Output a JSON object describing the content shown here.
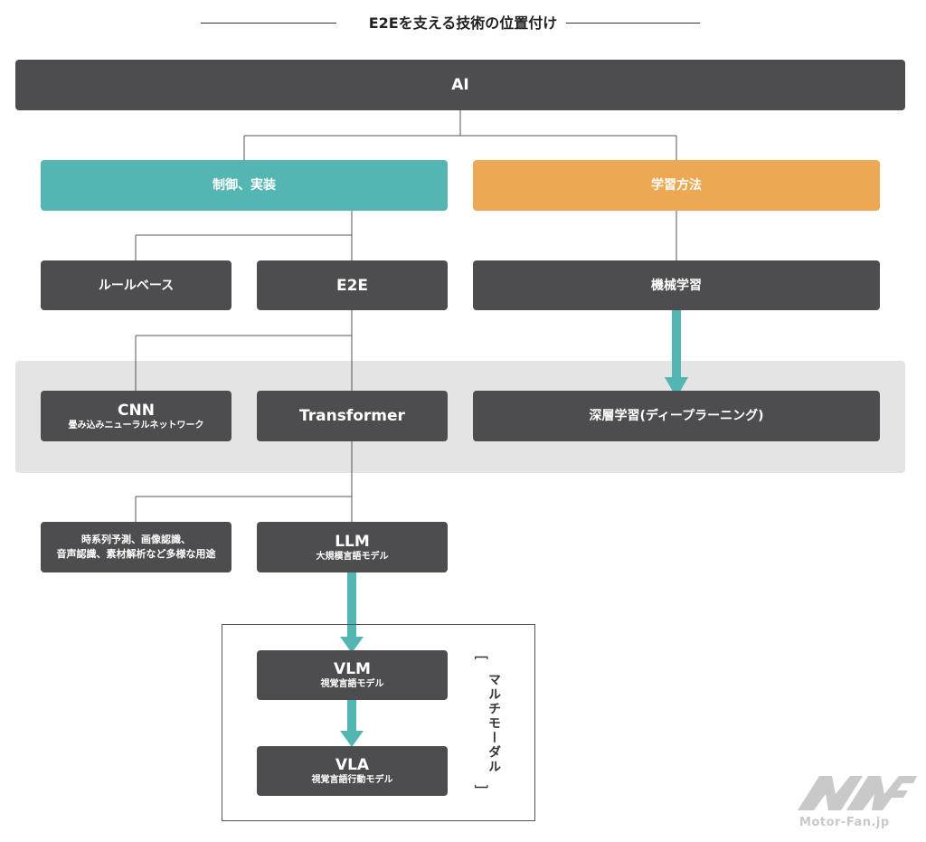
{
  "title": "E2Eを支える技術の位置付け",
  "nodes": {
    "ai": {
      "label": "AI"
    },
    "control": {
      "label": "制御、実装"
    },
    "learning": {
      "label": "学習方法"
    },
    "rule": {
      "label": "ルールベース"
    },
    "e2e": {
      "label": "E2E"
    },
    "ml": {
      "label": "機械学習"
    },
    "cnn": {
      "label": "CNN",
      "sub": "畳み込みニューラルネットワーク"
    },
    "transformer": {
      "label": "Transformer"
    },
    "dl": {
      "label": "深層学習(ディープラーニング)"
    },
    "uses": {
      "line1": "時系列予測、画像認識、",
      "line2": "音声認識、素材解析など多様な用途"
    },
    "llm": {
      "label": "LLM",
      "sub": "大規模言語モデル"
    },
    "vlm": {
      "label": "VLM",
      "sub": "視覚言語モデル"
    },
    "vla": {
      "label": "VLA",
      "sub": "視覚言語行動モデル"
    }
  },
  "multimodal": {
    "label": "マルチモーダル",
    "open": "[",
    "close": "]"
  },
  "watermark": {
    "logo": "MF",
    "text": "Motor-Fan.jp"
  },
  "colors": {
    "dark": "#4d4d4f",
    "teal": "#53b6b2",
    "orange": "#eda853",
    "band": "#e4e4e5"
  }
}
